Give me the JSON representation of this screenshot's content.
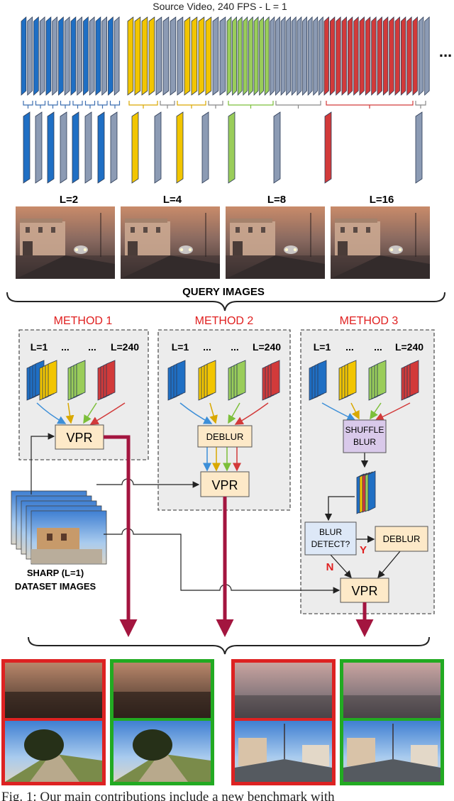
{
  "header": {
    "title": "Source Video, 240 FPS - L = 1",
    "ellipsis": "..."
  },
  "query": {
    "labels": [
      "L=2",
      "L=4",
      "L=8",
      "L=16"
    ],
    "caption": "QUERY IMAGES"
  },
  "methods": [
    {
      "title": "METHOD 1",
      "levels": [
        "L=1",
        "...",
        "...",
        "L=240"
      ],
      "vpr": "VPR"
    },
    {
      "title": "METHOD 2",
      "levels": [
        "L=1",
        "...",
        "...",
        "L=240"
      ],
      "deblur": "DEBLUR",
      "vpr": "VPR"
    },
    {
      "title": "METHOD 3",
      "levels": [
        "L=1",
        "...",
        "...",
        "L=240"
      ],
      "shuffle": [
        "SHUFFLE",
        "BLUR"
      ],
      "detect": [
        "BLUR",
        "DETECT?"
      ],
      "deblur": "DEBLUR",
      "yes": "Y",
      "no": "N",
      "vpr": "VPR"
    }
  ],
  "dataset": {
    "label_line1": "SHARP (L=1)",
    "label_line2": "DATASET IMAGES"
  },
  "colors": {
    "blue": "#1f6fc4",
    "yellow": "#f2c500",
    "green": "#9acd5a",
    "red": "#d23a3a",
    "grey": "#8c9bb4",
    "accent_red": "#e02020",
    "arrow": "#a3153f",
    "box_fill": "#fde9c8",
    "purple_fill": "#d9c9ea",
    "detect_fill": "#dde8f7",
    "panel_bg": "#ececec",
    "frame_good": "#22aa22",
    "frame_bad": "#dd2222"
  },
  "footer": {
    "caption": "Fig. 1: Our main contributions include a new benchmark with"
  }
}
